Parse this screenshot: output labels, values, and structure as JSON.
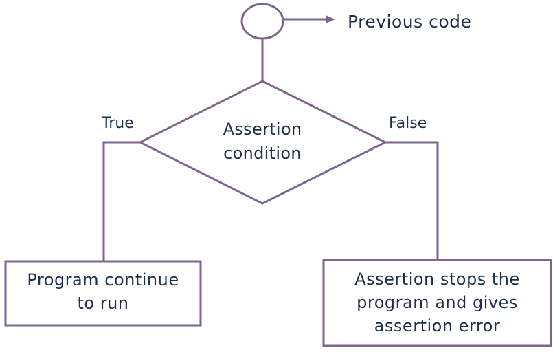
{
  "colors": {
    "stroke": "#7e6591",
    "text": "#1f2e4a",
    "background": "#ffffff"
  },
  "start": {
    "label": "Previous code"
  },
  "decision": {
    "lines": [
      "Assertion",
      "condition"
    ]
  },
  "branches": {
    "true_label": "True",
    "false_label": "False"
  },
  "outcomes": {
    "true_box": [
      "Program continue",
      "to run"
    ],
    "false_box": [
      "Assertion stops the",
      "program and gives",
      "assertion error"
    ]
  }
}
